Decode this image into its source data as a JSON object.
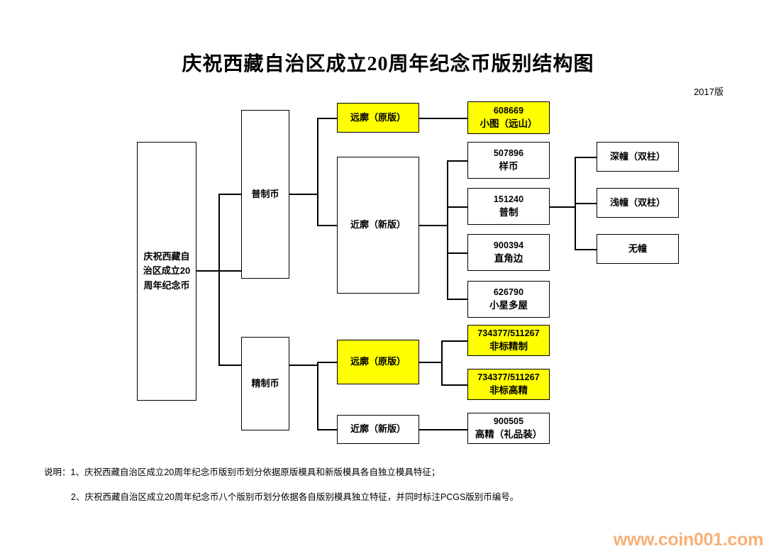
{
  "title": "庆祝西藏自治区成立20周年纪念币版别结构图",
  "version_tag": "2017版",
  "root": {
    "label": "庆祝西藏自治区成立20周年纪念币"
  },
  "branches": {
    "ordinary": {
      "label": "普制币"
    },
    "proof": {
      "label": "精制币"
    }
  },
  "nodes": {
    "far_rim_top": {
      "label": "远廓（原版）",
      "color": "#ffff00"
    },
    "near_rim_top": {
      "label": "近廓（新版）",
      "color": "#ffffff"
    },
    "far_rim_bottom": {
      "label": "远廓（原版）",
      "color": "#ffff00"
    },
    "near_rim_bottom": {
      "label": "近廓（新版）",
      "color": "#ffffff"
    },
    "small_pic": {
      "num": "608669",
      "sub": "小图（远山）",
      "color": "#ffff00"
    },
    "sample": {
      "num": "507896",
      "sub": "样币",
      "color": "#ffffff"
    },
    "ordinary_strike": {
      "num": "151240",
      "sub": "普制",
      "color": "#ffffff"
    },
    "right_angle": {
      "num": "900394",
      "sub": "直角边",
      "color": "#ffffff"
    },
    "small_star": {
      "num": "626790",
      "sub": "小星多屋",
      "color": "#ffffff"
    },
    "deep_banner": {
      "label": "深幢（双柱）",
      "color": "#ffffff"
    },
    "light_banner": {
      "label": "浅幢（双柱）",
      "color": "#ffffff"
    },
    "no_banner": {
      "label": "无幢",
      "color": "#ffffff"
    },
    "nonstandard_proof": {
      "num": "734377/511267",
      "sub": "非标精制",
      "color": "#ffff00"
    },
    "nonstandard_high": {
      "num": "734377/511267",
      "sub": "非标高精",
      "color": "#ffff00"
    },
    "high_proof_gift": {
      "num": "900505",
      "sub": "高精（礼品装）",
      "color": "#ffffff"
    }
  },
  "notes": {
    "line1": "说明：1、庆祝西藏自治区成立20周年纪念币版别币划分依据原版模具和新版模具各自独立模具特征；",
    "line2": "2、庆祝西藏自治区成立20周年纪念币八个版别币划分依据各自版别模具独立特征，并同时标注PCGS版别币编号。"
  },
  "watermark": "www.coin001.com"
}
